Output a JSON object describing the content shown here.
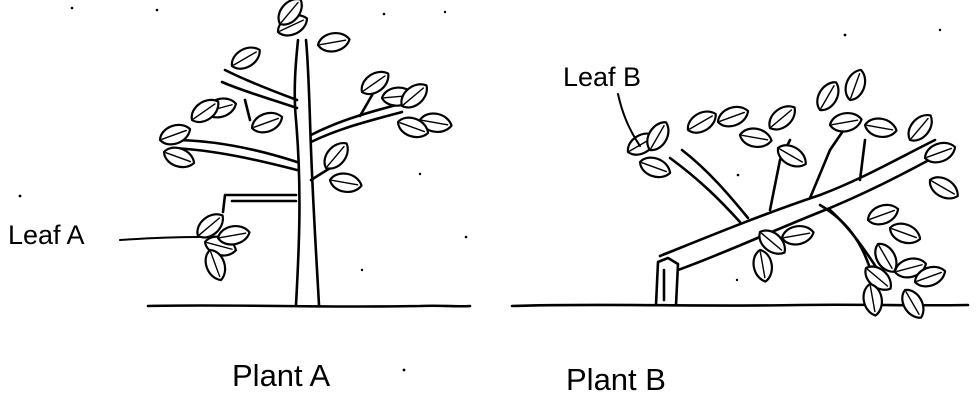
{
  "labels": {
    "leaf_a": "Leaf A",
    "leaf_b": "Leaf B"
  },
  "captions": {
    "plant_a": "Plant  A",
    "plant_b": "Plant B"
  },
  "colors": {
    "ink": "#000000",
    "background": "#ffffff"
  }
}
